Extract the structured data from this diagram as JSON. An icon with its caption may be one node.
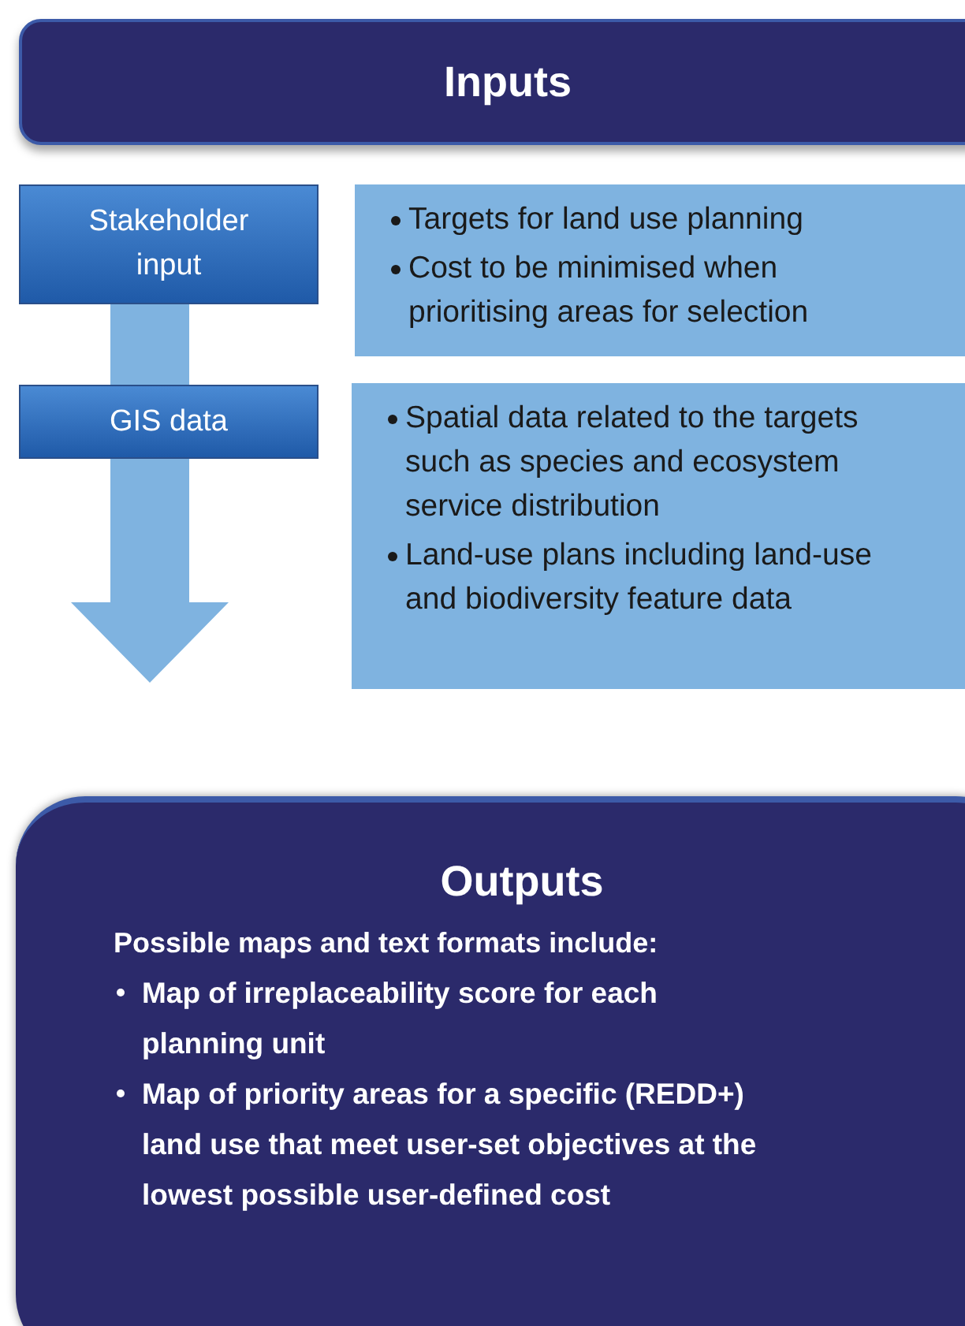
{
  "diagram": {
    "nodes": [
      {
        "text": [
          "Inputs"
        ]
      },
      {
        "text": [
          "Stakeholder input"
        ]
      },
      {
        "text": [
          "Targets for land use planning",
          "Cost to be minimised when prioritising areas for selection"
        ]
      },
      {
        "text": [
          "GIS data"
        ]
      },
      {
        "text": [
          "Spatial data related to the targets such as species and ecosystem service distribution",
          "Land-use plans including land-use and biodiversity feature data"
        ]
      },
      {
        "text": [
          "Outputs",
          "Possible maps and text formats include:",
          "Map of irreplaceability score for each planning unit",
          "Map of priority areas for a specific (REDD+) land use that meet user-set objectives at the lowest possible user-defined cost"
        ]
      }
    ],
    "edges": [
      {
        "from": 1,
        "to": 3,
        "arrow": "none",
        "style": "thick"
      },
      {
        "from": 3,
        "to": null,
        "arrow": "to",
        "style": "thick"
      }
    ]
  }
}
